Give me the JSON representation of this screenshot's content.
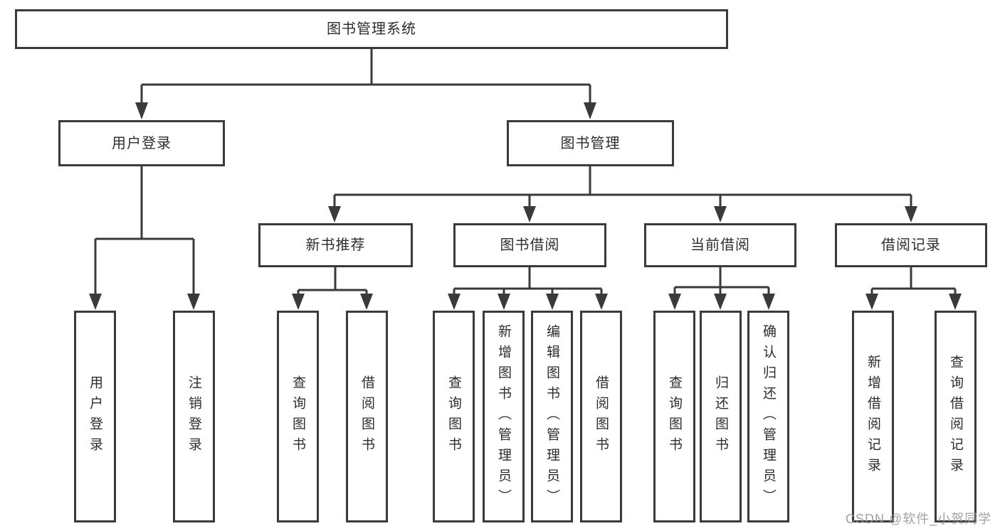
{
  "tree": {
    "label": "图书管理系统",
    "children": [
      {
        "label": "用户登录",
        "children": [
          {
            "label": "用户登录"
          },
          {
            "label": "注销登录"
          }
        ]
      },
      {
        "label": "图书管理",
        "children": [
          {
            "label": "新书推荐",
            "children": [
              {
                "label": "查询图书"
              },
              {
                "label": "借阅图书"
              }
            ]
          },
          {
            "label": "图书借阅",
            "children": [
              {
                "label": "查询图书"
              },
              {
                "label": "新增图书（管理员）"
              },
              {
                "label": "编辑图书（管理员）"
              },
              {
                "label": "借阅图书"
              }
            ]
          },
          {
            "label": "当前借阅",
            "children": [
              {
                "label": "查询图书"
              },
              {
                "label": "归还图书"
              },
              {
                "label": "确认归还（管理员）"
              }
            ]
          },
          {
            "label": "借阅记录",
            "children": [
              {
                "label": "新增借阅记录"
              },
              {
                "label": "查询借阅记录"
              }
            ]
          }
        ]
      }
    ]
  },
  "watermark": {
    "text": "CSDN @软件_小贺同学"
  },
  "colors": {
    "line": "#3a3a3a",
    "text": "#2d2d2d",
    "background": "#ffffff",
    "watermark": "#989898"
  }
}
